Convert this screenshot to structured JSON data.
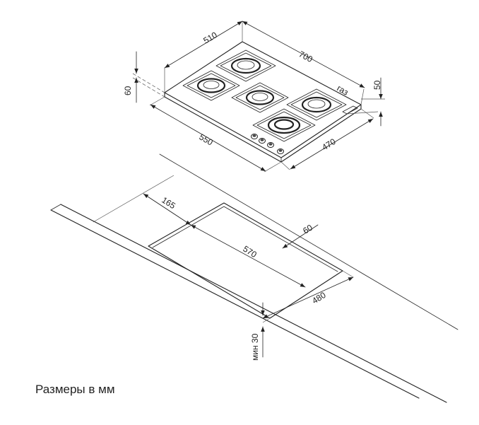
{
  "hob": {
    "depth_label": "510",
    "width_label": "700",
    "height_label": "60",
    "gas_label": "газ",
    "gas_height_label": "50",
    "cutout_depth_label": "550",
    "cutout_width_label": "470"
  },
  "countertop": {
    "offset_label": "165",
    "cutout_length_label": "570",
    "edge_label": "60",
    "cutout_width_label": "480",
    "min_thickness_label": "мин 30"
  },
  "caption": "Размеры в мм"
}
